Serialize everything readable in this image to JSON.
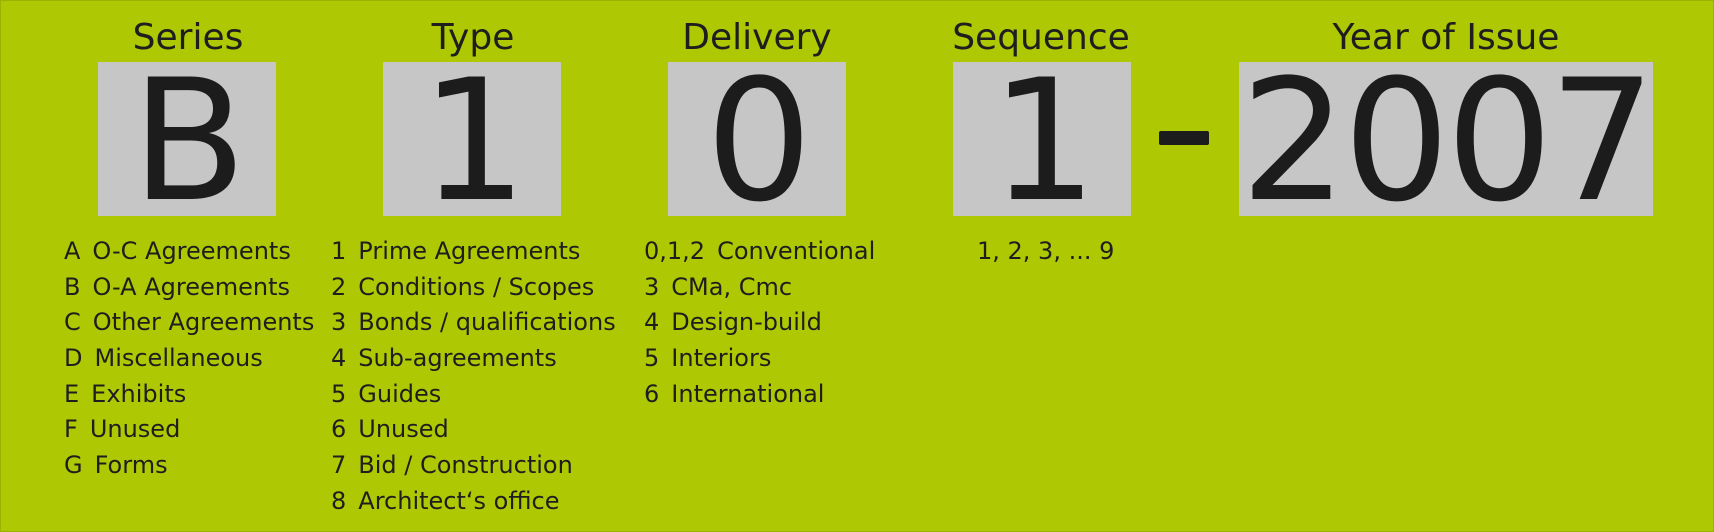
{
  "segments": [
    {
      "title": "Series",
      "value": "B"
    },
    {
      "title": "Type",
      "value": "1"
    },
    {
      "title": "Delivery",
      "value": "0"
    },
    {
      "title": "Sequence",
      "value": "1"
    },
    {
      "title": "Year of Issue",
      "value": "2007"
    }
  ],
  "separator": "-",
  "legends": {
    "series": [
      {
        "code": "A",
        "label": "O-C Agreements"
      },
      {
        "code": "B",
        "label": "O-A Agreements"
      },
      {
        "code": "C",
        "label": "Other Agreements"
      },
      {
        "code": "D",
        "label": "Miscellaneous"
      },
      {
        "code": "E",
        "label": "Exhibits"
      },
      {
        "code": "F",
        "label": "Unused"
      },
      {
        "code": "G",
        "label": "Forms"
      }
    ],
    "type": [
      {
        "code": "1",
        "label": "Prime Agreements"
      },
      {
        "code": "2",
        "label": "Conditions / Scopes"
      },
      {
        "code": "3",
        "label": "Bonds / qualifications"
      },
      {
        "code": "4",
        "label": "Sub-agreements"
      },
      {
        "code": "5",
        "label": "Guides"
      },
      {
        "code": "6",
        "label": "Unused"
      },
      {
        "code": "7",
        "label": "Bid / Construction"
      },
      {
        "code": "8",
        "label": "Architect‘s office"
      }
    ],
    "delivery": [
      {
        "code": "0,1,2",
        "label": "Conventional"
      },
      {
        "code": "3",
        "label": "CMa, Cmc"
      },
      {
        "code": "4",
        "label": "Design-build"
      },
      {
        "code": "5",
        "label": "Interiors"
      },
      {
        "code": "6",
        "label": "International"
      }
    ],
    "sequence": "1, 2, 3, ... 9"
  }
}
